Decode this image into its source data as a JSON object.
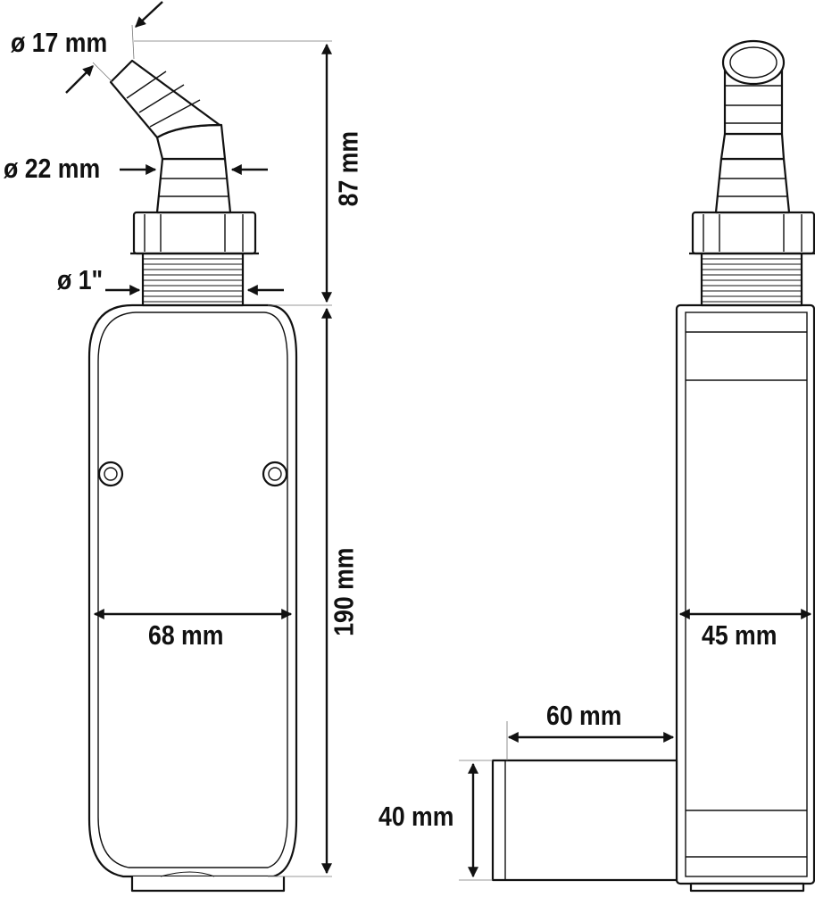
{
  "dimensions": {
    "hose_small": "ø 17 mm",
    "hose_large": "ø 22 mm",
    "thread": "ø 1\"",
    "height_top": "87 mm",
    "height_body": "190 mm",
    "width_front": "68 mm",
    "depth_side": "45 mm",
    "foot_length": "60 mm",
    "foot_height": "40 mm"
  }
}
